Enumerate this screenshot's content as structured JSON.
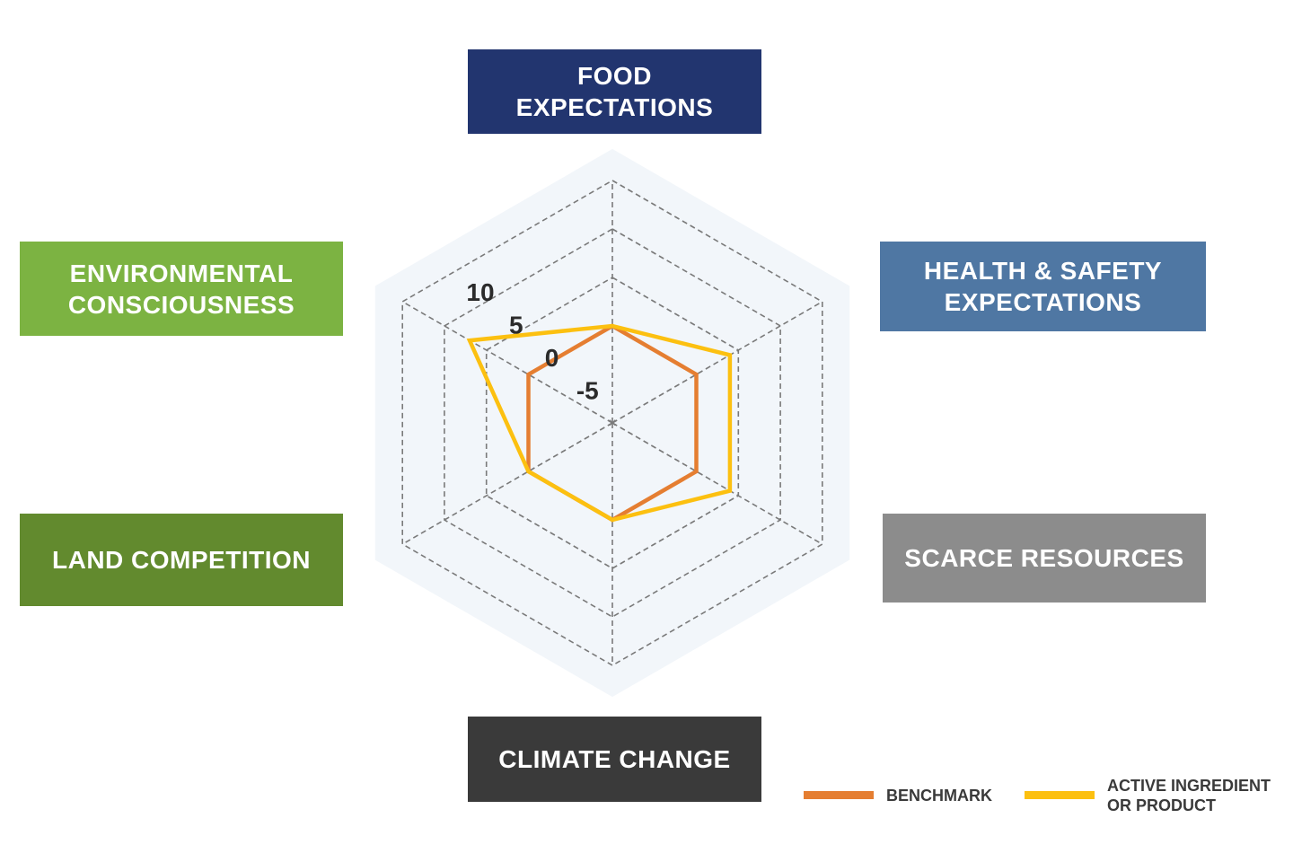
{
  "colors": {
    "benchmark": "#E57E31",
    "active": "#FCC010",
    "web_fill": "#F2F6FA",
    "grid": "#7A7A7A",
    "food": "#22356F",
    "health": "#4F77A3",
    "scarce": "#8C8C8C",
    "climate": "#3A3A3A",
    "land": "#628A2E",
    "env": "#7CB342"
  },
  "axes": {
    "food": "FOOD\nEXPECTATIONS",
    "health": "HEALTH & SAFETY\nEXPECTATIONS",
    "scarce": "SCARCE RESOURCES",
    "climate": "CLIMATE CHANGE",
    "land": "LAND COMPETITION",
    "env": "ENVIRONMENTAL\nCONSCIOUSNESS"
  },
  "chart_data": {
    "type": "radar",
    "categories": [
      "FOOD EXPECTATIONS",
      "HEALTH & SAFETY EXPECTATIONS",
      "SCARCE RESOURCES",
      "CLIMATE CHANGE",
      "LAND COMPETITION",
      "ENVIRONMENTAL CONSCIOUSNESS"
    ],
    "radial_range": [
      -10,
      15
    ],
    "ticks": [
      "-5",
      "0",
      "5",
      "10"
    ],
    "grid": true,
    "legend_position": "bottom-right",
    "series": [
      {
        "name": "BENCHMARK",
        "color": "#E57E31",
        "values": [
          0,
          0,
          0,
          0,
          0,
          0
        ]
      },
      {
        "name": "ACTIVE INGREDIENT\nOR PRODUCT",
        "color": "#FCC010",
        "values": [
          0,
          4,
          4,
          0,
          0,
          7
        ]
      }
    ]
  }
}
